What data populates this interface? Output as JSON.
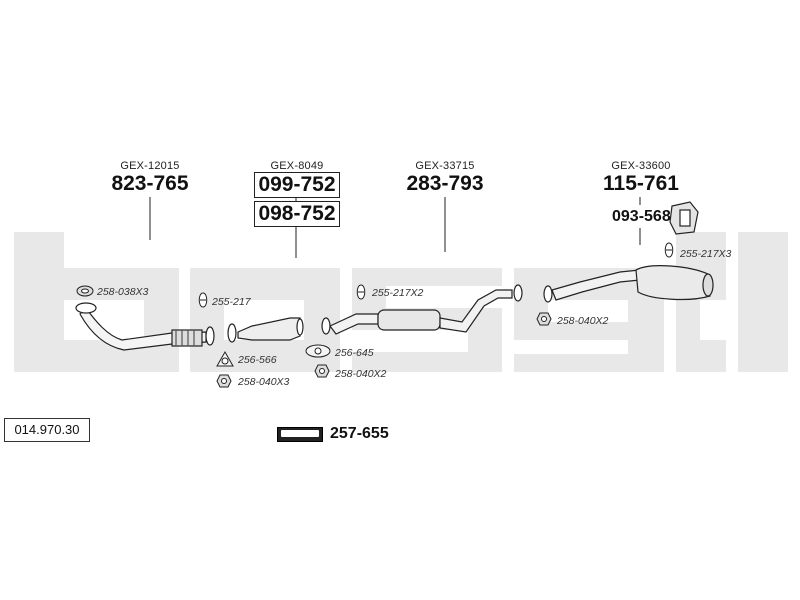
{
  "diagram": {
    "reference_number": "014.970.30",
    "assemblies": [
      {
        "code": "GEX-12015",
        "parts": [
          "823-765"
        ]
      },
      {
        "code": "GEX-8049",
        "parts": [
          "099-752",
          "098-752"
        ]
      },
      {
        "code": "GEX-33715",
        "parts": [
          "283-793"
        ]
      },
      {
        "code": "GEX-33600",
        "parts": [
          "115-761",
          "093-568"
        ]
      }
    ],
    "accessory_labels": {
      "l1": "258-038X3",
      "l2": "255-217",
      "l3": "256-566",
      "l4": "258-040X3",
      "l5": "256-645",
      "l6": "258-040X2",
      "l7": "255-217X2",
      "l8": "258-040X2",
      "l9": "255-217X3"
    },
    "kit": {
      "part": "257-655",
      "badge_icon": "bosal-logo-icon"
    },
    "colors": {
      "line": "#222222",
      "watermark": "#e6e6e6"
    }
  }
}
